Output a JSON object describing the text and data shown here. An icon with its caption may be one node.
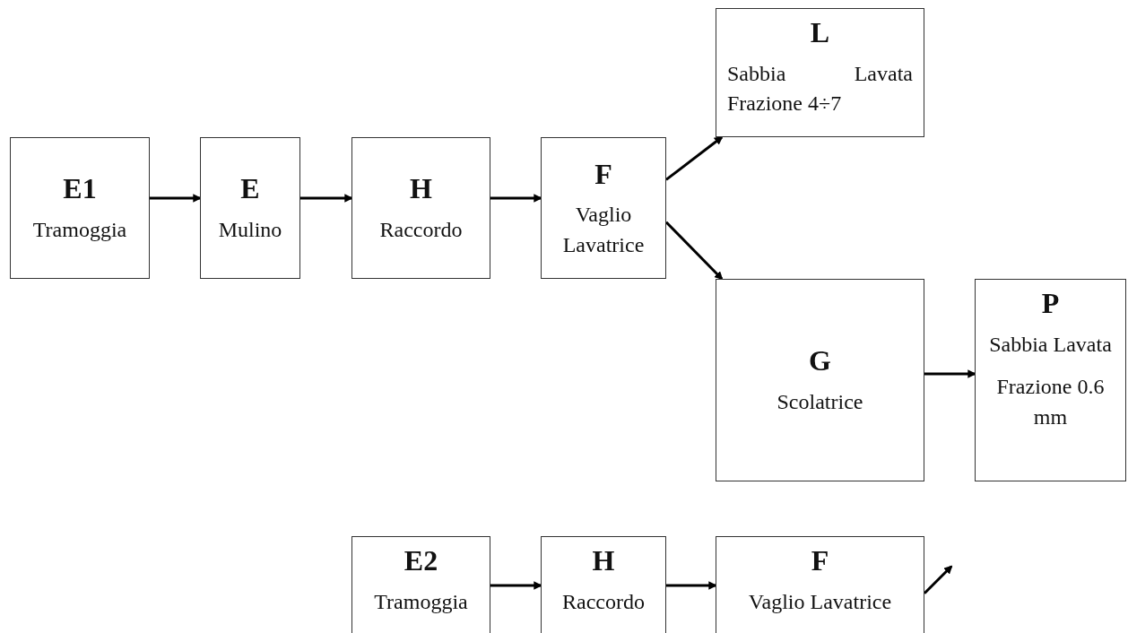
{
  "diagram": {
    "nodes": [
      {
        "text": [
          "E1",
          "Tramoggia"
        ]
      },
      {
        "text": [
          "E",
          "Mulino"
        ]
      },
      {
        "text": [
          "H",
          "Raccordo"
        ]
      },
      {
        "text": [
          "F",
          "Vaglio Lavatrice"
        ]
      },
      {
        "text": [
          "L",
          "Sabbia Lavata Frazione 4÷7"
        ]
      },
      {
        "text": [
          "G",
          "Scolatrice"
        ]
      },
      {
        "text": [
          "P",
          "Sabbia Lavata",
          "Frazione 0.6 mm"
        ]
      },
      {
        "text": [
          "E2",
          "Tramoggia"
        ]
      },
      {
        "text": [
          "H",
          "Raccordo"
        ]
      },
      {
        "text": [
          "F",
          "Vaglio Lavatrice"
        ]
      }
    ],
    "edges": [
      {
        "from": 0,
        "to": 1,
        "arrow": "to"
      },
      {
        "from": 1,
        "to": 2,
        "arrow": "to"
      },
      {
        "from": 2,
        "to": 3,
        "arrow": "to"
      },
      {
        "from": 3,
        "to": 4,
        "arrow": "to"
      },
      {
        "from": 3,
        "to": 5,
        "arrow": "to"
      },
      {
        "from": 5,
        "to": 6,
        "arrow": "to"
      },
      {
        "from": 7,
        "to": 8,
        "arrow": "to"
      },
      {
        "from": 8,
        "to": 9,
        "arrow": "to"
      },
      {
        "from": 9,
        "to": null,
        "arrow": "to"
      }
    ]
  }
}
